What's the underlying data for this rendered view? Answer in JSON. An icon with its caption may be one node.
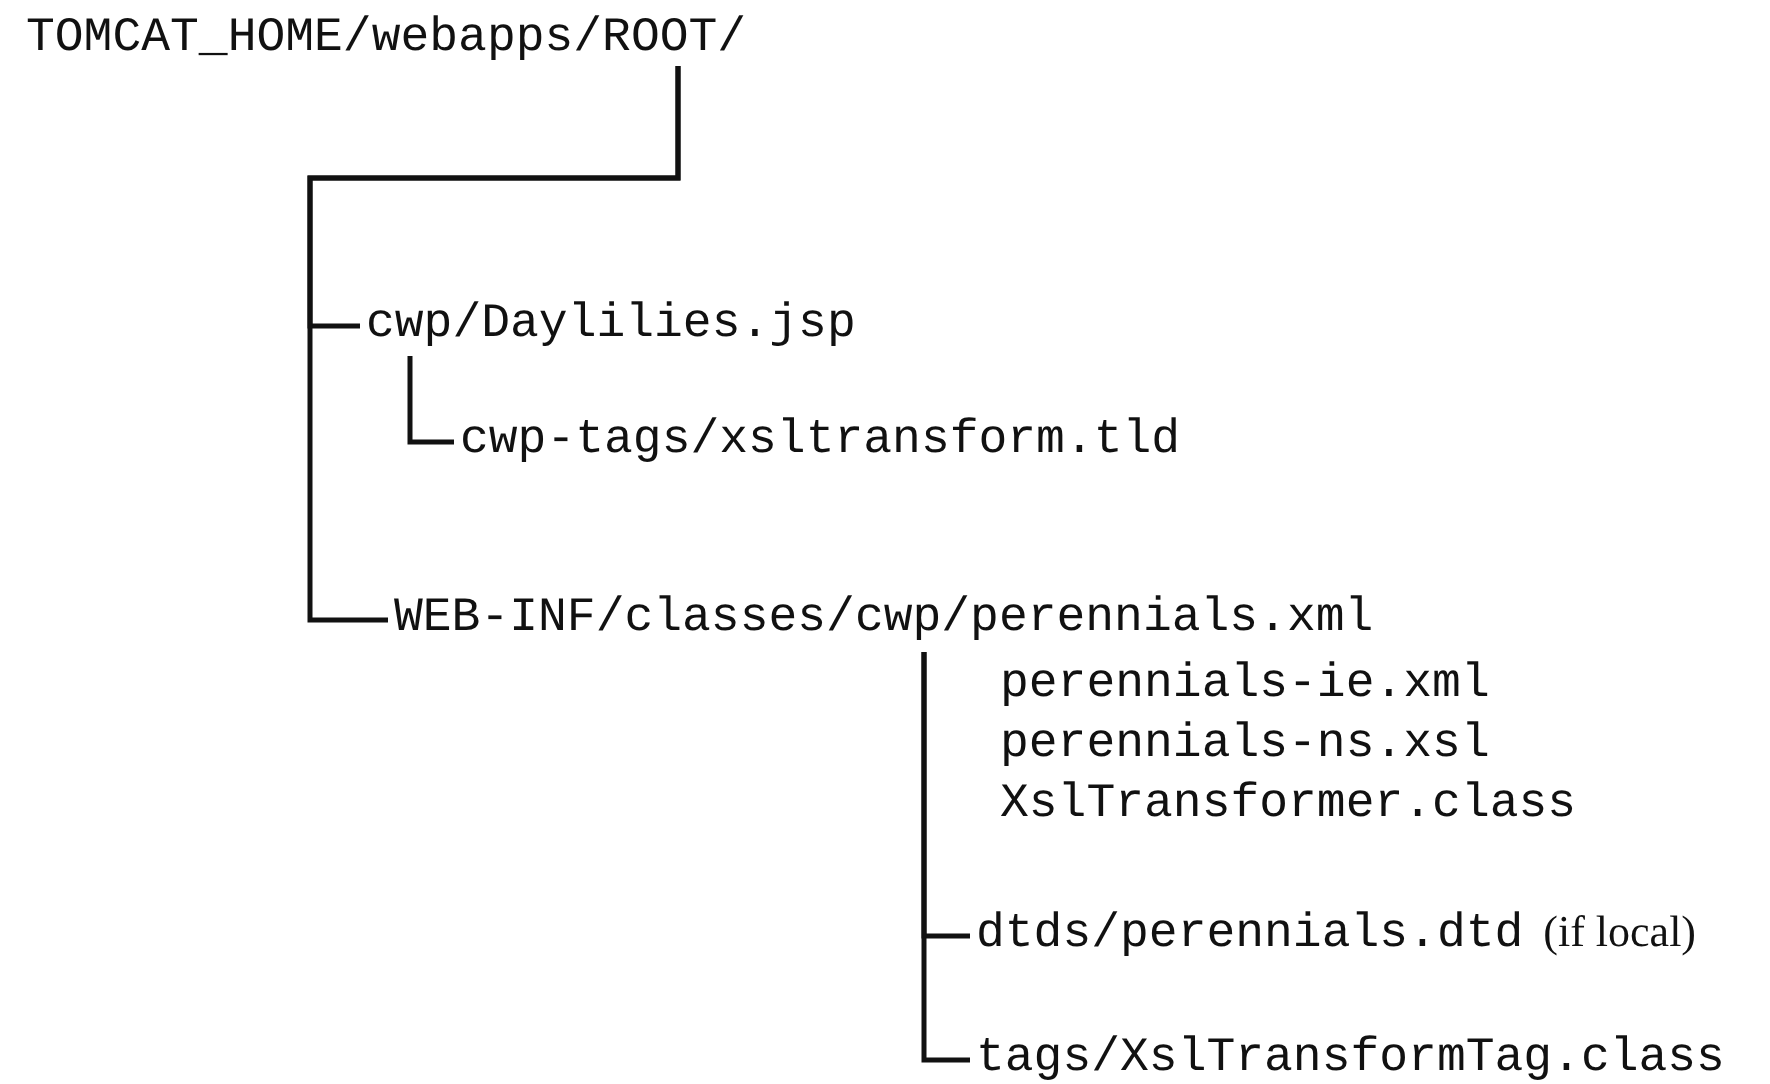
{
  "diagram": {
    "nodes": [
      {
        "text": [
          "TOMCAT_HOME/webapps/ROOT/"
        ]
      },
      {
        "text": [
          "cwp/Daylilies.jsp"
        ]
      },
      {
        "text": [
          "cwp-tags/xsltransform.tld"
        ]
      },
      {
        "text": [
          "WEB-INF/classes/cwp/perennials.xml",
          "perennials-ie.xml",
          "perennials-ns.xsl",
          "XslTransformer.class"
        ]
      },
      {
        "text": [
          "dtds/perennials.dtd"
        ],
        "beside": [
          "(if local)"
        ]
      },
      {
        "text": [
          "tags/XslTransformTag.class"
        ]
      }
    ],
    "edges": [
      {
        "from": 0,
        "to": 1,
        "arrow": "none"
      },
      {
        "from": 0,
        "to": 3,
        "arrow": "none"
      },
      {
        "from": 1,
        "to": 2,
        "arrow": "none"
      },
      {
        "from": 3,
        "to": 4,
        "arrow": "none"
      },
      {
        "from": 3,
        "to": 5,
        "arrow": "none"
      }
    ]
  }
}
